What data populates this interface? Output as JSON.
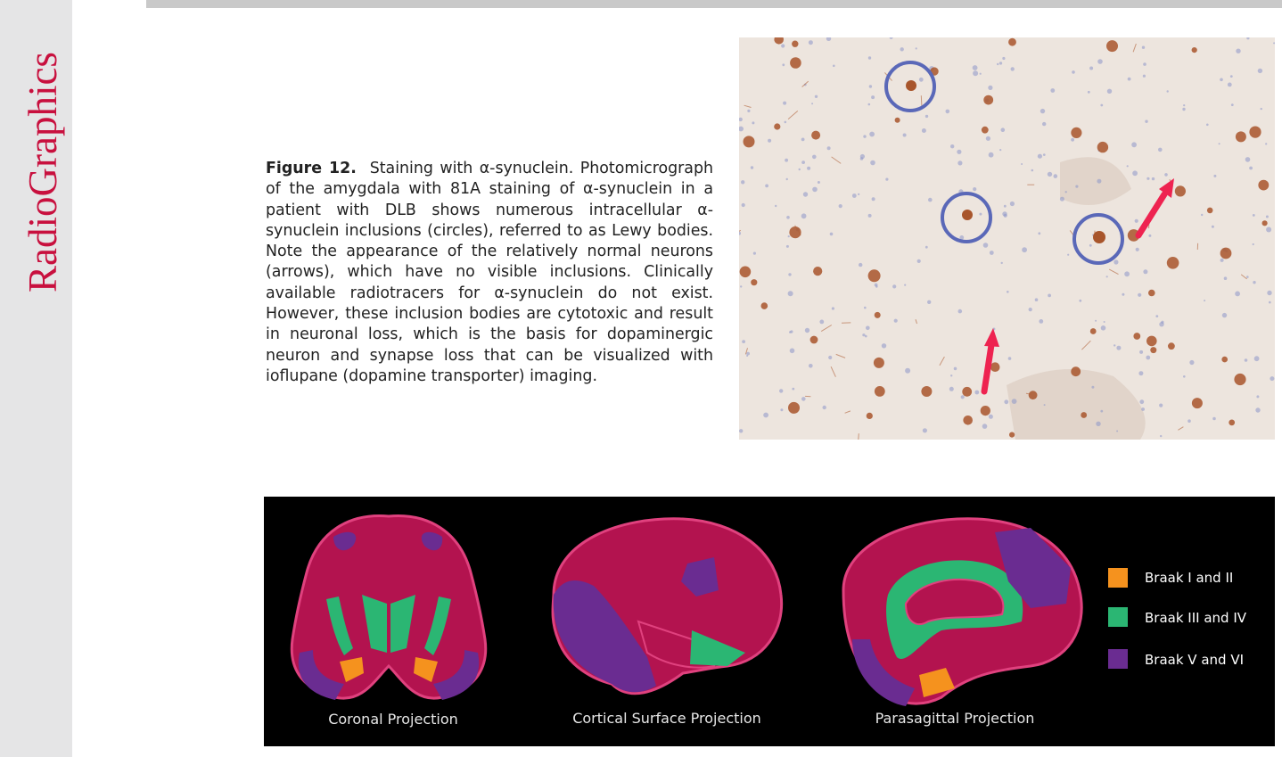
{
  "journal": "RadioGraphics",
  "caption": {
    "label": "Figure 12.",
    "text": "Staining with α-synuclein. Photomicrograph of the amygdala with 81A staining of α-synuclein in a patient with DLB shows numerous intracellular α-synuclein inclusions (circles), referred to as Lewy bodies. Note the appearance of the relatively normal neurons (arrows), which have no visible inclusions. Clinically available radiotracers for α-synuclein do not exist. However, these inclusion bodies are cytotoxic and result in neuronal loss, which is the basis for dopaminergic neuron and synapse loss that can be visualized with ioflupane (dopamine transporter) imaging."
  },
  "braak_figure": {
    "projections": [
      "Coronal Projection",
      "Cortical Surface Projection",
      "Parasagittal Projection"
    ],
    "legend": [
      {
        "label": "Braak I and II",
        "color": "#f5921e"
      },
      {
        "label": "Braak III and IV",
        "color": "#2bb673"
      },
      {
        "label": "Braak V and VI",
        "color": "#6a2c91"
      }
    ],
    "cortex_color": "#b3134f",
    "outline_color": "#e0417e"
  },
  "micrograph": {
    "background": "#ede5de",
    "lewy_body_color": "#a8552b",
    "circle_color": "#5a68b8",
    "arrow_color": "#ee2350"
  }
}
